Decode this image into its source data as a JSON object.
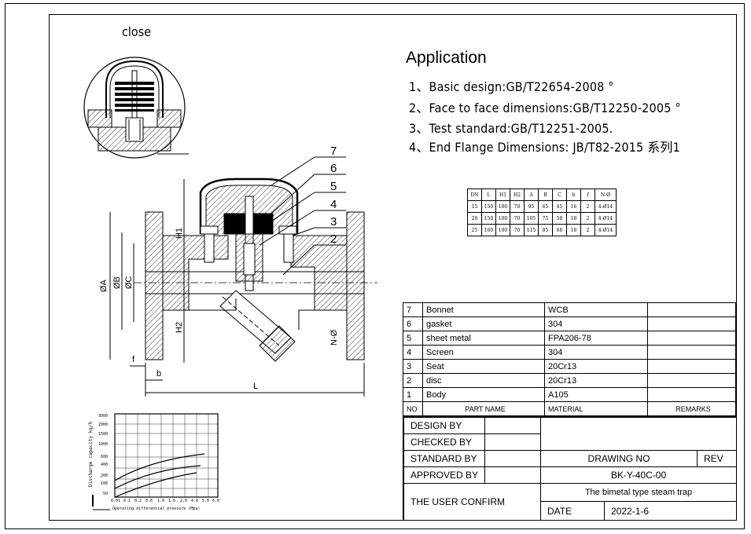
{
  "close_label": "close",
  "application": {
    "title": "Application",
    "lines": [
      "1、Basic design:GB/T22654-2008 °",
      "2、Face to face dimensions:GB/T12250-2005 °",
      "3、Test standard:GB/T12251-2005.",
      "4、End Flange Dimensions:  JB/T82-2015 系列1"
    ]
  },
  "callouts": [
    "7",
    "6",
    "5",
    "4",
    "3",
    "2"
  ],
  "dimension_labels": {
    "H1": "H1",
    "H2": "H2",
    "A": "ØA",
    "B": "ØB",
    "C": "ØC",
    "L": "L",
    "f": "f",
    "b": "b",
    "N": "N-Ø"
  },
  "dimension_table": {
    "headers": [
      "DN",
      "L",
      "H1",
      "H2",
      "A",
      "B",
      "C",
      "b",
      "f",
      "N-Ø"
    ],
    "rows": [
      [
        "15",
        "150",
        "100",
        "70",
        "95",
        "65",
        "45",
        "16",
        "2",
        "4-Ø14"
      ],
      [
        "20",
        "150",
        "100",
        "70",
        "105",
        "75",
        "58",
        "18",
        "2",
        "4-Ø14"
      ],
      [
        "25",
        "160",
        "100",
        "70",
        "115",
        "85",
        "68",
        "18",
        "2",
        "4-Ø14"
      ]
    ]
  },
  "bom": {
    "rows": [
      [
        "7",
        "Bonnet",
        "WCB",
        ""
      ],
      [
        "6",
        "gasket",
        "304",
        ""
      ],
      [
        "5",
        "sheet metal",
        "FPA206-78",
        ""
      ],
      [
        "4",
        "Screen",
        "304",
        ""
      ],
      [
        "3",
        "Seat",
        "20Cr13",
        ""
      ],
      [
        "2",
        "disc",
        "20Cr13",
        ""
      ],
      [
        "1",
        "Body",
        "A105",
        ""
      ]
    ],
    "header": [
      "NO",
      "PART  NAME",
      "MATERIAL",
      "REMARKS"
    ]
  },
  "title_block": {
    "design": "DESIGN   BY",
    "checked": "CHECKED   BY",
    "standard": "STANDARD BY",
    "approved": "APPROVED BY",
    "confirm": "THE USER CONFIRM",
    "drawing_no_label": "DRAWING NO",
    "rev": "REV",
    "drawing_no": "BK-Y-40C-00",
    "product": "The bimetal type steam trap",
    "date_label": "DATE",
    "date": "2022-1-6"
  },
  "chart": {
    "y_ticks": [
      "3000",
      "2000",
      "1500",
      "1000",
      "600",
      "400",
      "200",
      "100",
      "50"
    ],
    "x_ticks": [
      "0.01",
      "0.1",
      "0.2",
      "0.6",
      "1.0",
      "1.6",
      "2.0",
      "4.0",
      "5.0",
      "6.0"
    ],
    "y_label": "Discharge capacity kg/h",
    "x_label": "Operating differential pressure (Mpa)"
  }
}
